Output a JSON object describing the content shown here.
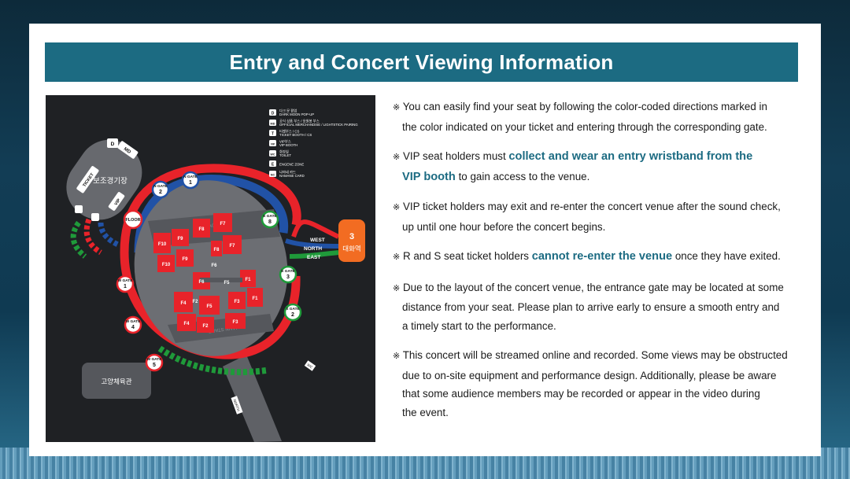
{
  "title": "Entry and Concert Viewing Information",
  "mark": "※",
  "map": {
    "legend": [
      {
        "icon": "D",
        "kr": "다크 문 팝업",
        "en": "DARK MOON POP-UP"
      },
      {
        "icon": "MD",
        "kr": "공식 상품 부스 / 응원봉 부스",
        "en": "OFFICIAL MERCHANDISE / LIGHTSTICK PAIRING"
      },
      {
        "icon": "T",
        "kr": "티켓부스 / CS",
        "en": "TICKET BOOTH / CS"
      },
      {
        "icon": "VIP",
        "kr": "VIP부스",
        "en": "VIP BOOTH"
      },
      {
        "icon": "WC",
        "kr": "화장실",
        "en": "TOILET"
      },
      {
        "icon": "E",
        "kr": "",
        "en": "ENGENE ZONE"
      },
      {
        "icon": "NC",
        "kr": "나마네 카드",
        "en": "NAMANE CARD"
      }
    ],
    "aux_stadium": "보조경기장",
    "gymnasium": "고양체육관",
    "station_number": "3",
    "station_name": "대화역",
    "tags": {
      "d": "D",
      "md": "MD",
      "ticket": "TICKET",
      "vip": "VIP",
      "floor": "FLOOR",
      "stage": "STAGE",
      "main_stage": "MAIN STAGE",
      "wc": "WC",
      "wc2": "WC",
      "wc3": "WC",
      "road": "NORTH"
    },
    "directions": {
      "west": "WEST",
      "north": "NORTH",
      "east": "EAST"
    },
    "gates": {
      "n1": [
        "N GATE",
        "1"
      ],
      "n2": [
        "N GATE",
        "2"
      ],
      "e8": [
        "E GATE",
        "8"
      ],
      "e3": [
        "E GATE",
        "3"
      ],
      "e2": [
        "S GATE",
        "2"
      ],
      "w1": [
        "W GATE",
        "1"
      ],
      "w4": [
        "W GATE",
        "4"
      ],
      "w5": [
        "W GATE",
        "5"
      ]
    },
    "sections": {
      "f10": "F10",
      "f9": "F9",
      "f8": "F8",
      "f7": "F7",
      "f6": "F6",
      "f5": "F5",
      "f4": "F4",
      "f3": "F3",
      "f2": "F2",
      "f1": "F1",
      "f10b": "F10",
      "f9b": "F9",
      "f8b": "F8",
      "f7b": "F7",
      "f6b": "F6",
      "f5b": "F5",
      "f4b": "F4",
      "f3b": "F3",
      "f2b": "F2",
      "f1b": "F1"
    }
  },
  "info": [
    {
      "l1": "You can easily find your seat by following the color-coded directions marked in",
      "l2": "the color  indicated on your ticket and entering through the corresponding gate."
    },
    {
      "l1a": "VIP seat holders must ",
      "hl1": "collect and wear an entry wristband from the",
      "hl2": "VIP booth",
      "l2b": " to gain access to the venue."
    },
    {
      "l1": "VIP ticket holders may exit and re-enter the concert venue after the sound check,",
      "l2": "up until one hour before the concert begins."
    },
    {
      "a": "R and S seat ticket holders ",
      "hl": "cannot re-enter the venue",
      "b": " once they have exited."
    },
    {
      "l1": "Due to the layout of the concert venue, the entrance gate may be located at some",
      "l2": "distance from your seat. Please plan to arrive early to ensure a smooth entry and",
      "l3": "a timely start to the performance."
    },
    {
      "l1": "This concert will be streamed online and recorded. Some views may be obstructed",
      "l2": "due to on-site equipment and performance design. Additionally, please be aware",
      "l3": "that some audience members may be recorded or appear in the video during",
      "l4": "the event."
    }
  ],
  "colors": {
    "accent": "#1c6b82",
    "red": "#e8232a",
    "blue": "#2152a6",
    "green": "#1f9a3a",
    "orange": "#f26c22"
  }
}
